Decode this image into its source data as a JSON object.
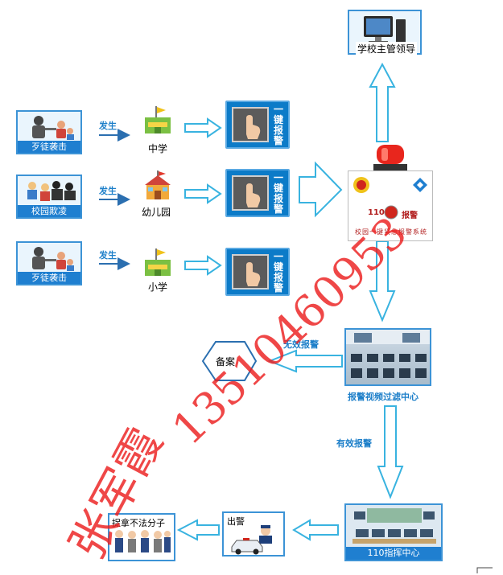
{
  "top_node": {
    "label": "学校主管领导"
  },
  "incidents": [
    {
      "label": "歹徒袭击",
      "verb": "发生",
      "school": "中学",
      "button_text": "一键报警"
    },
    {
      "label": "校园欺凌",
      "verb": "发生",
      "school": "幼儿园",
      "button_text": "一键报警"
    },
    {
      "label": "歹徒袭击",
      "verb": "发生",
      "school": "小学",
      "button_text": "一键报警"
    }
  ],
  "alarm_device": {
    "code": "110",
    "tag": "报警",
    "footer": "校园一键紧急报警系统"
  },
  "filter_center": {
    "label": "报警视频过滤中心"
  },
  "invalid_alarm": {
    "label": "无效报警"
  },
  "record": {
    "label": "备案"
  },
  "valid_alarm": {
    "label": "有效报警"
  },
  "command_center": {
    "label": "110指挥中心"
  },
  "dispatch": {
    "label": "出警"
  },
  "arrest": {
    "label": "捉拿不法分子"
  },
  "watermark": {
    "name": "张军霞",
    "phone": "13510460953"
  },
  "colors": {
    "arrow": "#39b3e0",
    "accent": "#1f7fd0",
    "watermark": "#ea1e1e"
  }
}
